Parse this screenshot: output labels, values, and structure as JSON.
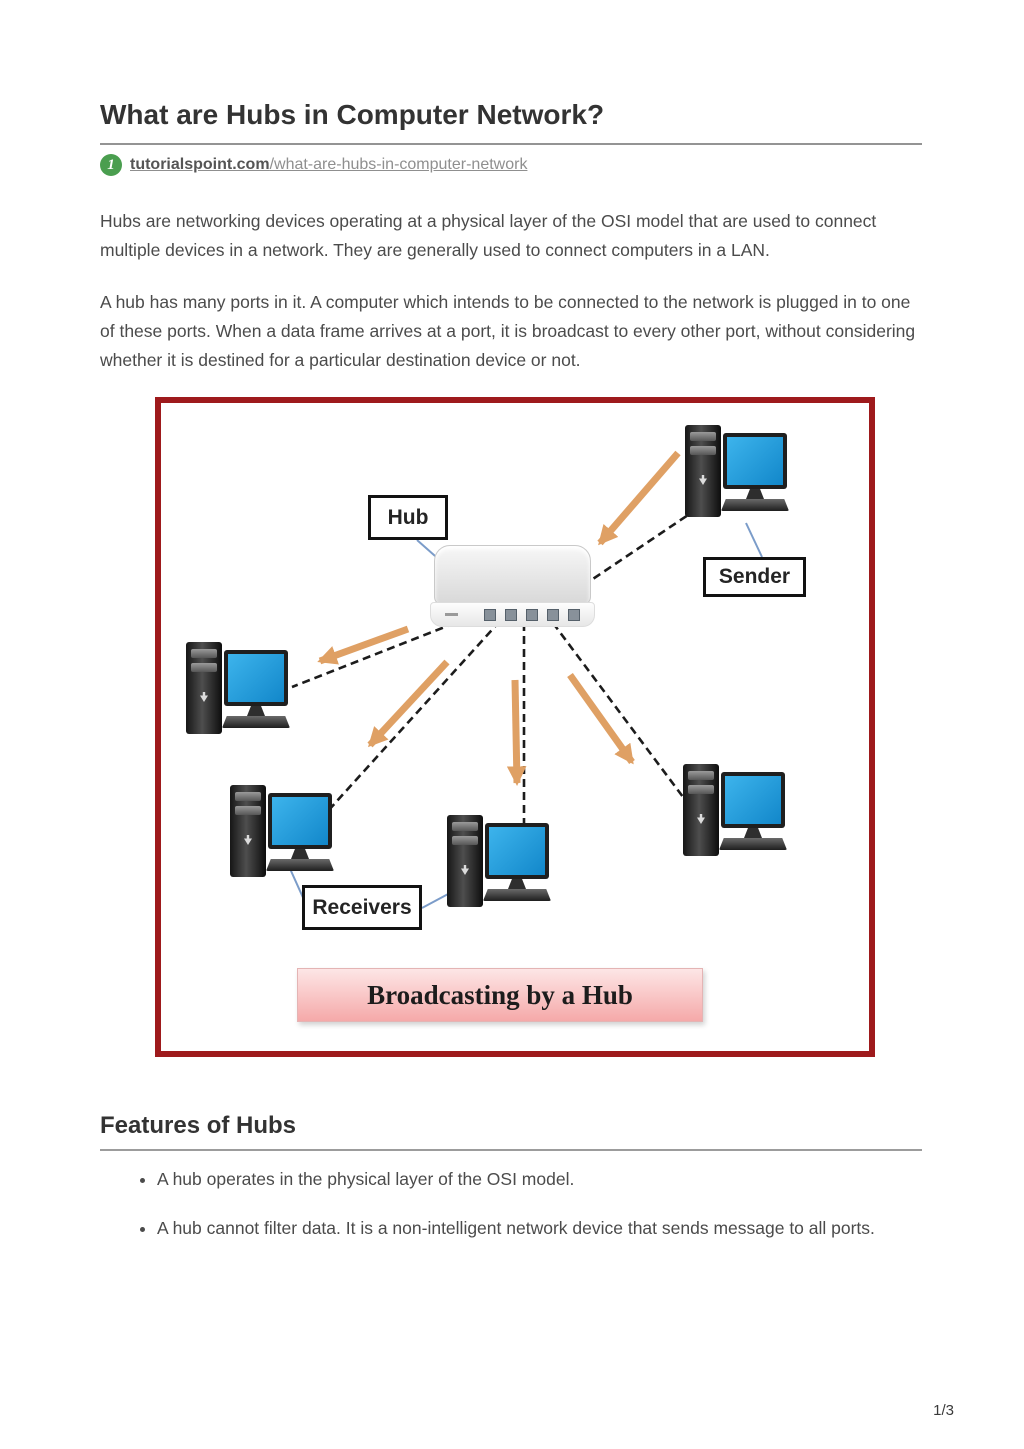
{
  "article": {
    "title": "What are Hubs in Computer Network?",
    "source": {
      "icon_glyph": "1",
      "domain": "tutorialspoint.com",
      "path": "/what-are-hubs-in-computer-network"
    },
    "paragraphs": [
      "Hubs are networking devices operating at a physical layer of the OSI model that are used to connect multiple devices in a network. They are generally used to connect computers in a LAN.",
      "A hub has many ports in it. A computer which intends to be connected to the network is plugged in to one of these ports. When a data frame arrives at a port, it is broadcast to every other port, without considering whether it is destined for a particular destination device or not."
    ]
  },
  "diagram": {
    "labels": {
      "hub": "Hub",
      "sender": "Sender",
      "receivers": "Receivers"
    },
    "caption": "Broadcasting by a Hub",
    "colors": {
      "frame_border": "#9e1a1c",
      "caption_background": "#f7b8b8",
      "monitor_screen_blue": "#1e9fdf",
      "arrow_orange": "#dfa064",
      "connector_blue": "#7b9cc9",
      "source_icon_green": "#4a9e4f"
    }
  },
  "features": {
    "heading": "Features of Hubs",
    "bullets": [
      "A hub operates in the physical layer of the OSI model.",
      "A hub cannot filter data. It is a non-intelligent network device that sends message to all ports."
    ]
  },
  "footer": {
    "page_indicator": "1/3"
  }
}
